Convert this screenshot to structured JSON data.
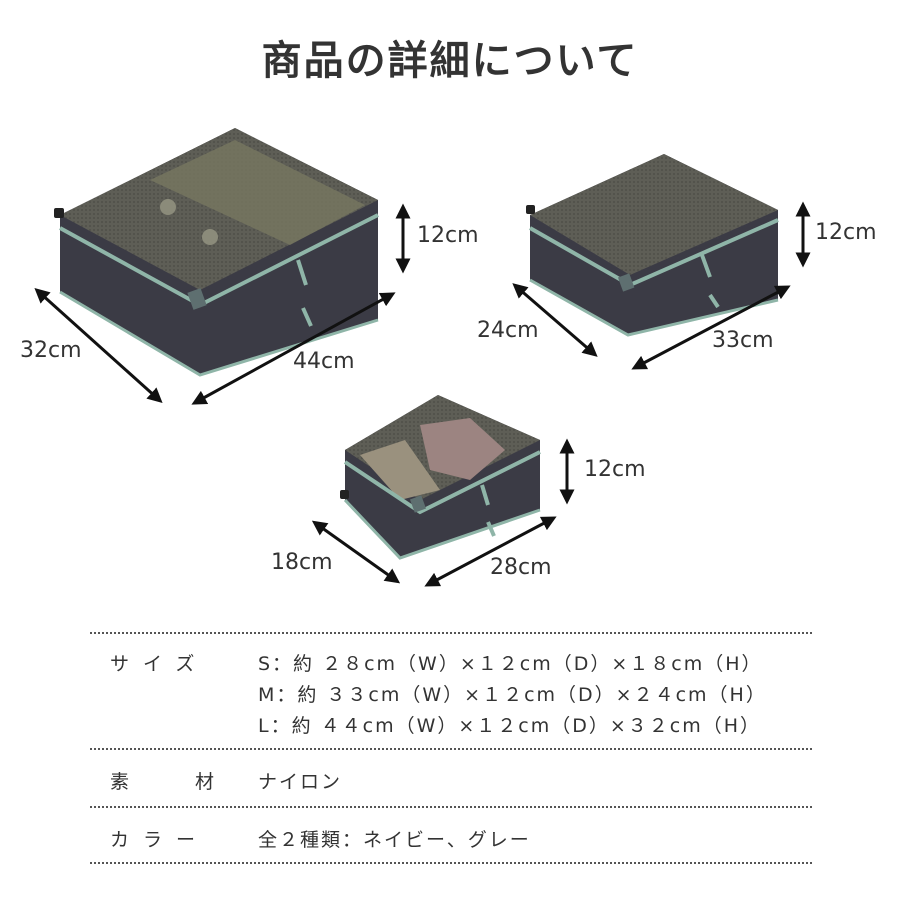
{
  "title": "商品の詳細について",
  "dimensions": {
    "large": {
      "height": "12cm",
      "depth": "32cm",
      "width": "44cm"
    },
    "medium": {
      "height": "12cm",
      "depth": "24cm",
      "width": "33cm"
    },
    "small": {
      "height": "12cm",
      "depth": "18cm",
      "width": "28cm"
    }
  },
  "specs": {
    "size": {
      "label": "サイズ",
      "lines": [
        "S：約 ２８cm（W）×１２cm（D）×１８cm（H）",
        "M：約 ３３cm（W）×１２cm（D）×２４cm（H）",
        "L：約 ４４cm（W）×１２cm（D）×３２cm（H）"
      ]
    },
    "material": {
      "label": "素 材",
      "value": "ナイロン"
    },
    "color": {
      "label": "カラー",
      "value": "全２種類：ネイビー、グレー"
    }
  },
  "colors": {
    "pouch_body": "#4a4a55",
    "pouch_dark": "#35353e",
    "mesh": "#6b6b5e",
    "zipper_trim": "#8fb5a8"
  }
}
